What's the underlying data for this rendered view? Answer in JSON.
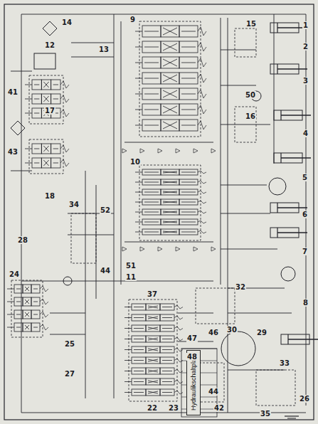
{
  "diagram": {
    "nodes": [
      {
        "text": [
          "Hydraulikschaltplan"
        ]
      }
    ],
    "labels": [
      "9",
      "15",
      "1",
      "2",
      "12",
      "13",
      "14",
      "41",
      "43",
      "50",
      "16",
      "3",
      "4",
      "10",
      "17",
      "18",
      "5",
      "6",
      "7",
      "52",
      "44",
      "51",
      "11",
      "24",
      "25",
      "27",
      "37",
      "22",
      "23",
      "32",
      "46",
      "47",
      "48",
      "44",
      "42",
      "30",
      "29",
      "26",
      "35",
      "33",
      "8",
      "28",
      "34"
    ]
  }
}
